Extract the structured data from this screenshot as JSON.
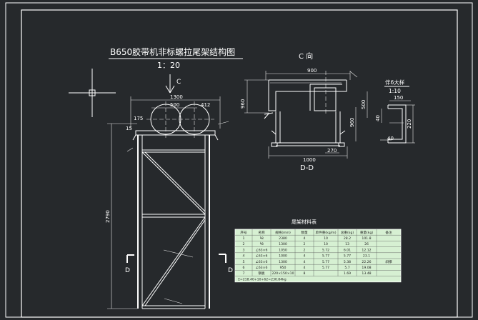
{
  "title": "B650胶带机非标螺拉尾架结构图",
  "scale": "1：20",
  "section_c_label": "C",
  "c_view_title": "C  向",
  "dd_label": "D-D",
  "section_d_label": "D",
  "sleeper": {
    "title": "伴6大样",
    "scale": "1:10"
  },
  "dims": {
    "top_width": "1300",
    "left_span": "500",
    "right_span": "412",
    "top_left_offset": "175",
    "small_left": "15",
    "height_total": "2790",
    "c_width": "900",
    "c_height_right": "500",
    "c_height_mid": "960",
    "c_height_left": "960",
    "dd_width": "1000",
    "dd_small": "270",
    "sleeper_width": "150",
    "sleeper_height": "220",
    "sleeper_left": "40",
    "sleeper_top": "40"
  },
  "table": {
    "title": "尾架材料表",
    "headers": [
      "序号",
      "名称",
      "规格(mm)",
      "数量",
      "单件重(kg/m)",
      "总重(kg)",
      "重量(kg)",
      "备注"
    ],
    "rows": [
      [
        "1",
        "╘8",
        "2380",
        "4",
        "10",
        "28.2",
        "101.8",
        ""
      ],
      [
        "2",
        "╘8",
        "1300",
        "2",
        "10",
        "13",
        "26",
        ""
      ],
      [
        "3",
        "∠63×6",
        "1050",
        "2",
        "5.72",
        "6.01",
        "12.12",
        ""
      ],
      [
        "4",
        "∠63×6",
        "1000",
        "4",
        "5.77",
        "5.77",
        "23.1",
        ""
      ],
      [
        "5",
        "∠63×6",
        "1300",
        "4",
        "5.77",
        "5.38",
        "22.26",
        "斜撑"
      ],
      [
        "6",
        "∠63×6",
        "950",
        "4",
        "5.77",
        "5.7",
        "19.08",
        ""
      ],
      [
        "7",
        "钢板",
        "220×150×10",
        "8",
        "",
        "1.69",
        "13.48",
        ""
      ]
    ],
    "footer": "Σ=218.40+10+62=230.84kg"
  }
}
